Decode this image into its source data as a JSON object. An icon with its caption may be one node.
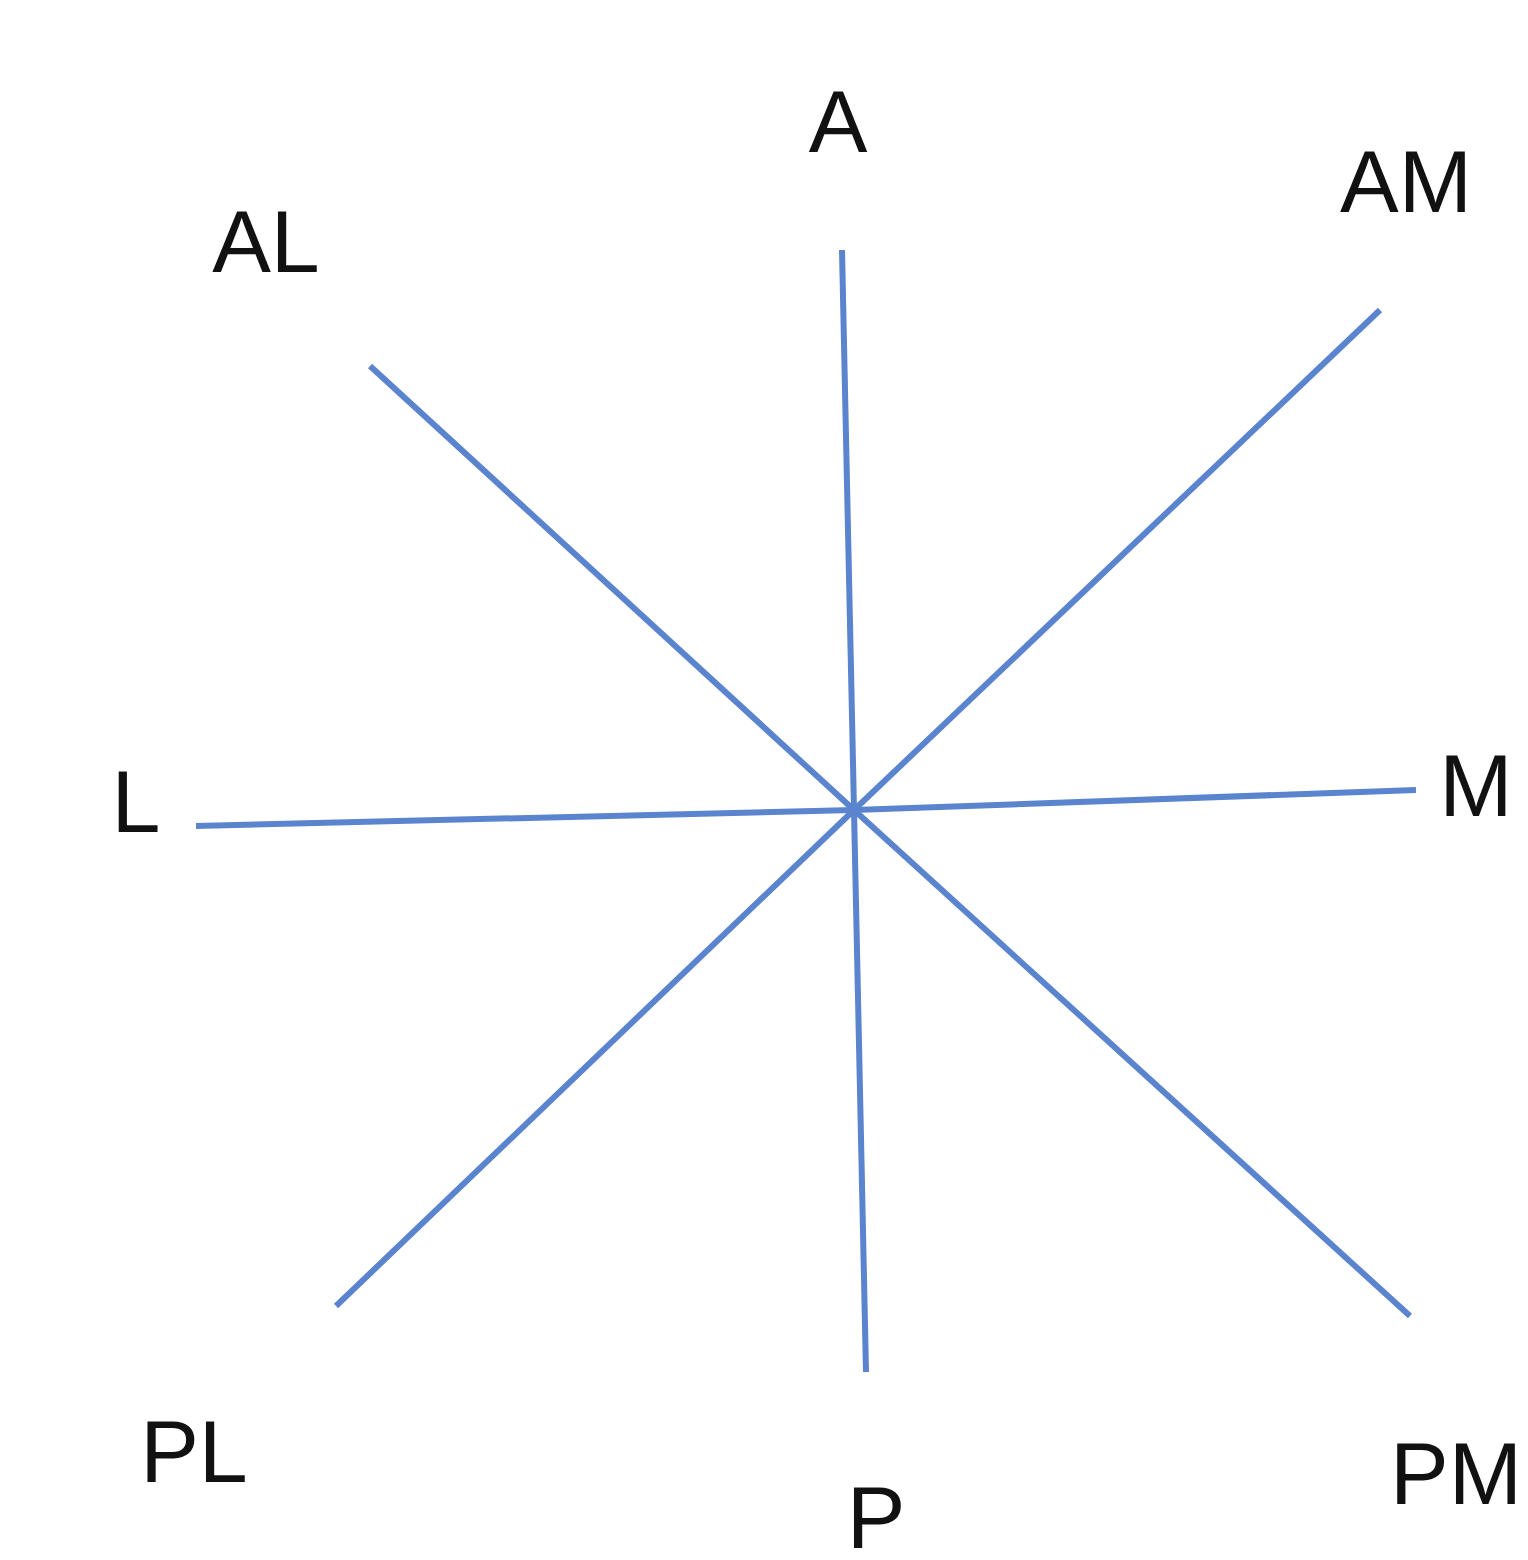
{
  "diagram": {
    "labels": [
      "A",
      "AM",
      "AL",
      "L",
      "M",
      "PL",
      "PM",
      "P"
    ]
  }
}
